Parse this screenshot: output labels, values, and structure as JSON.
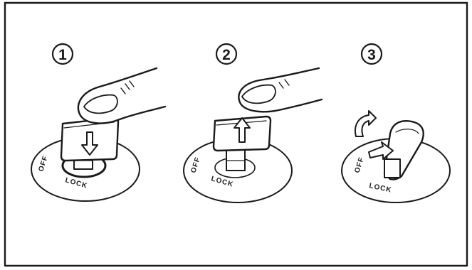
{
  "steps": [
    {
      "number": "1",
      "dial_left": "OFF",
      "dial_bottom": "LOCK"
    },
    {
      "number": "2",
      "dial_left": "OFF",
      "dial_bottom": "LOCK"
    },
    {
      "number": "3",
      "dial_left": "OFF",
      "dial_bottom": "LOCK"
    }
  ],
  "colors": {
    "ink": "#1a1a1a",
    "paper": "#ffffff"
  }
}
